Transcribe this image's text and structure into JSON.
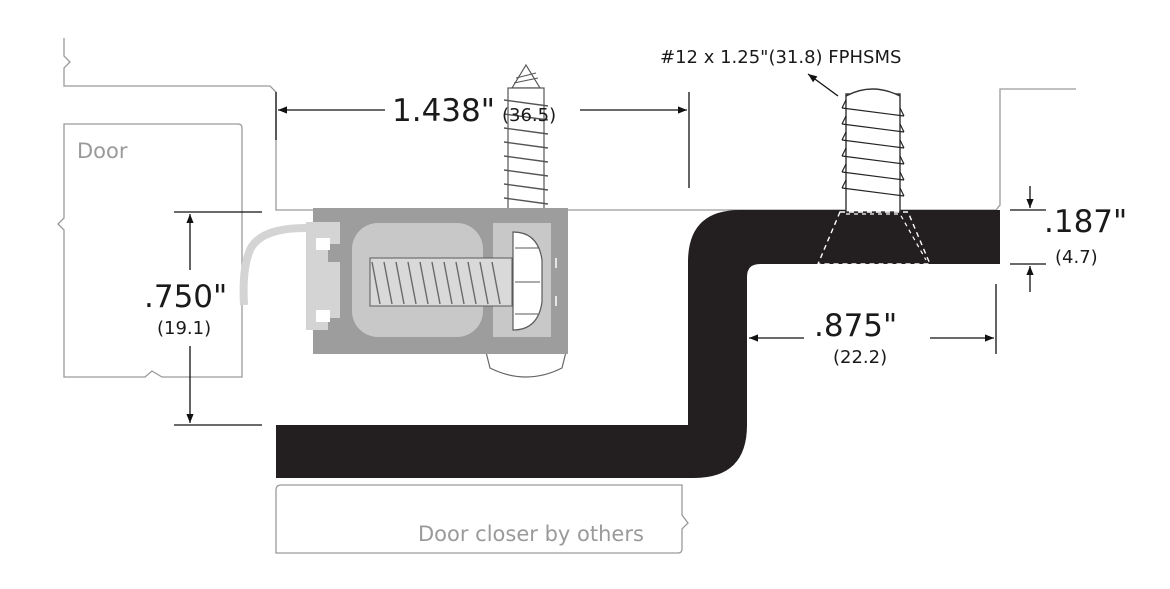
{
  "labels": {
    "door": "Door",
    "door_closer": "Door closer by others",
    "screw_callout": "#12 x 1.25\"(31.8) FPHSMS"
  },
  "dimensions": {
    "width_top": {
      "inch": "1.438\"",
      "mm": "(36.5)"
    },
    "height_left": {
      "inch": ".750\"",
      "mm": "(19.1)"
    },
    "thickness_right": {
      "inch": ".187\"",
      "mm": "(4.7)"
    },
    "flange_right": {
      "inch": ".875\"",
      "mm": "(22.2)"
    }
  },
  "colors": {
    "angle": "#231f20",
    "retainer": "#9d9d9d",
    "seal": "#d4d4d4",
    "outline": "#9a9a9a"
  }
}
